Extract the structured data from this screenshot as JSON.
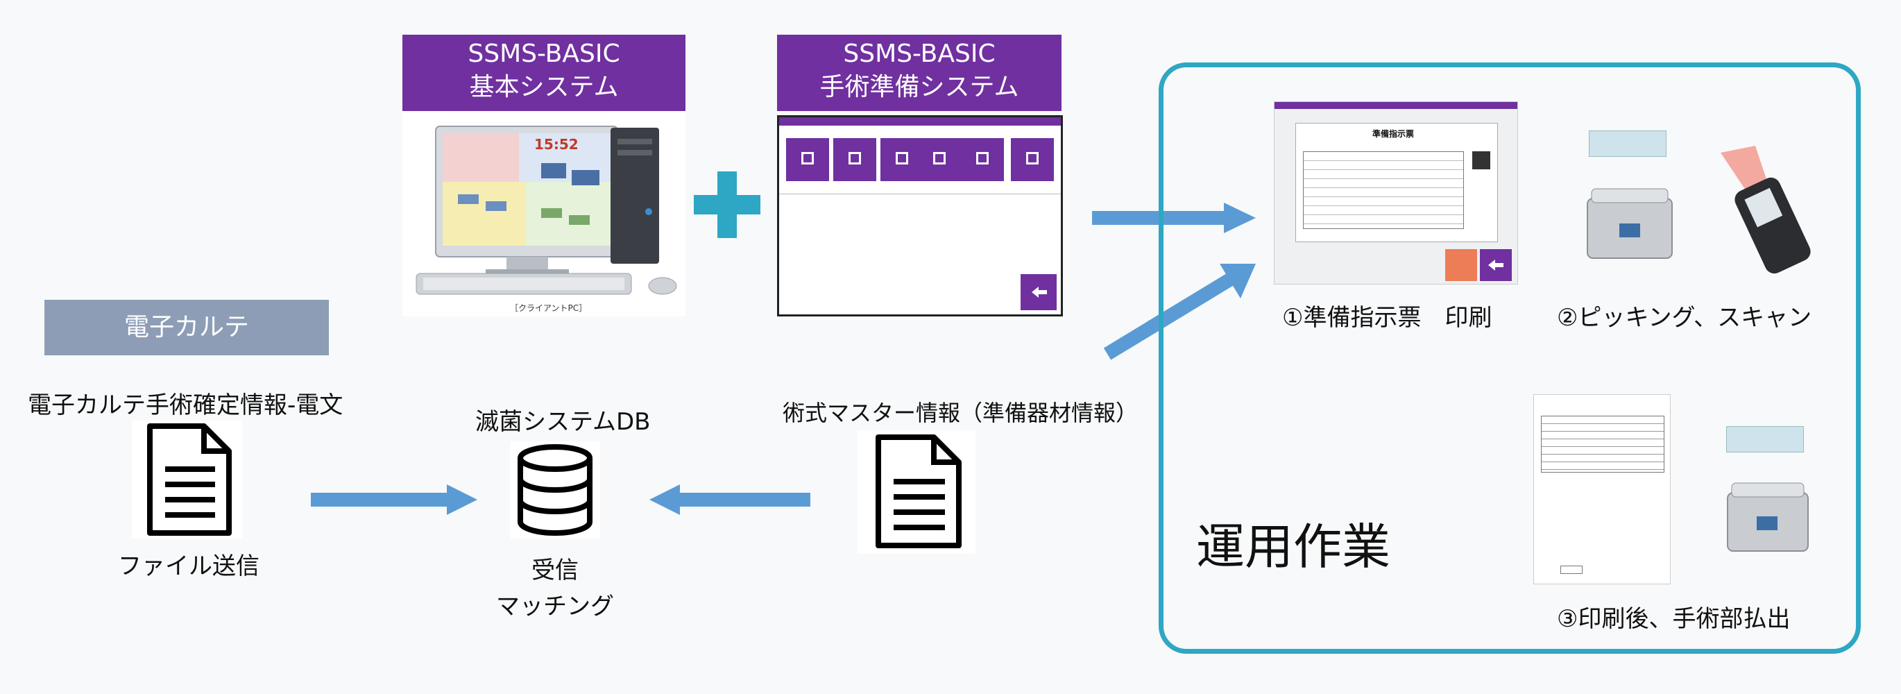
{
  "basic_system": {
    "line1": "SSMS-BASIC",
    "line2": "基本システム",
    "screen_time": "15:52",
    "pc_caption": "［クライアントPC］"
  },
  "surgery_system": {
    "line1": "SSMS-BASIC",
    "line2": "手術準備システム"
  },
  "emr": {
    "box_label": "電子カルテ",
    "message_label": "電子カルテ手術確定情報‐電文",
    "file_send_label": "ファイル送信"
  },
  "db": {
    "label": "滅菌システムDB",
    "receive_line1": "受信",
    "receive_line2": "マッチング"
  },
  "master": {
    "label": "術式マスター情報（準備器材情報）"
  },
  "operations": {
    "title": "運用作業",
    "step1": "①準備指示票　印刷",
    "step2": "②ピッキング、スキャン",
    "step3": "③印刷後、手術部払出",
    "form_title": "準備指示票"
  },
  "colors": {
    "purple": "#7030a0",
    "teal": "#2ea7c4",
    "arrow": "#5b9bd5",
    "emr_gray": "#8d9db6"
  }
}
